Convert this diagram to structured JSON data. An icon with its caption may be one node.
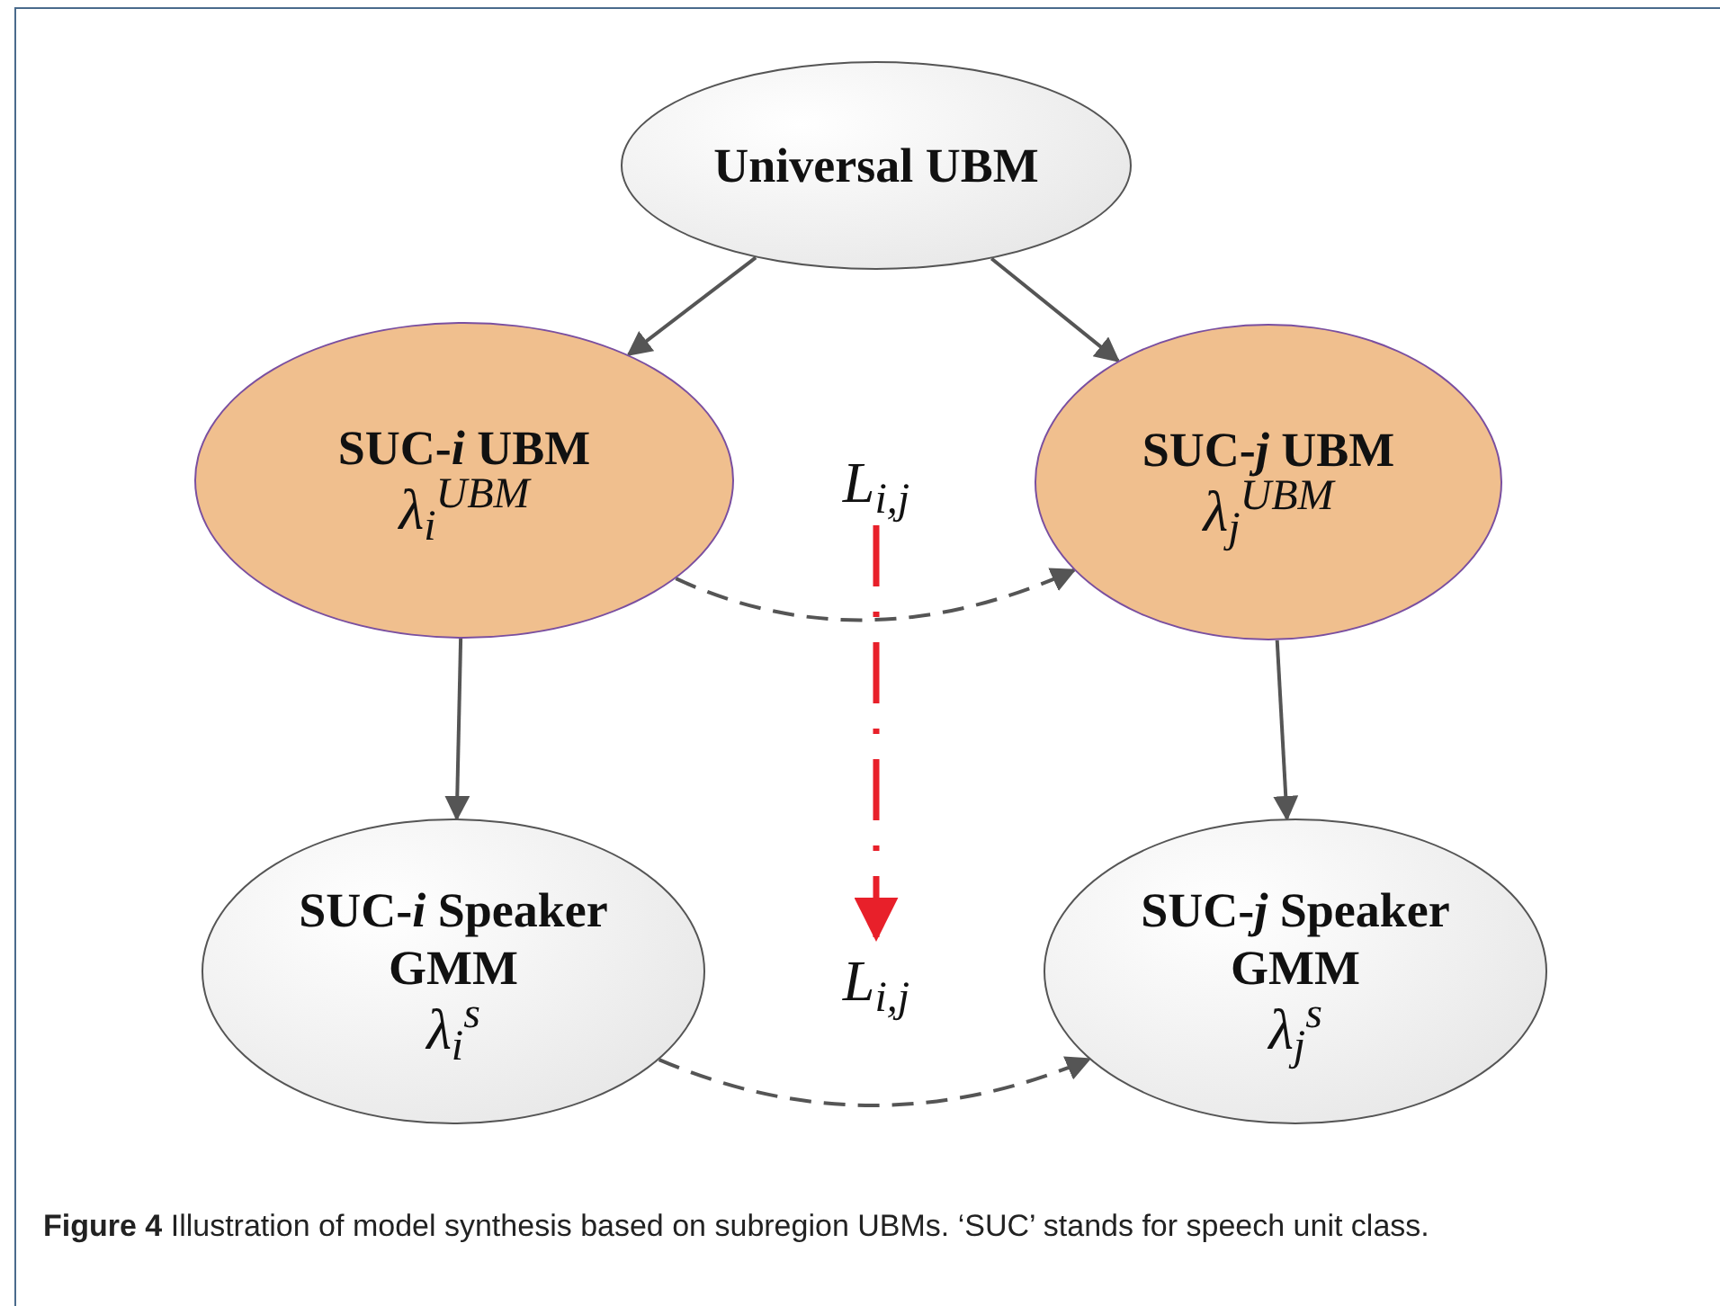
{
  "diagram": {
    "caption": "**Figure 4** Illustration of model synthesis based on subregion UBMs. ‘SUC’ stands for speech unit class.",
    "nodes": [
      {
        "text": [
          "Universal UBM"
        ]
      },
      {
        "text": [
          "SUC-*i* UBM",
          "*λ*$_{i}$$^{UBM}$"
        ]
      },
      {
        "text": [
          "SUC-*j* UBM",
          "*λ*$_{j}$$^{UBM}$"
        ]
      },
      {
        "text": [
          "SUC-*i* Speaker GMM",
          "*λ*$_{i}$$^{s}$"
        ]
      },
      {
        "text": [
          "SUC-*j* Speaker GMM",
          "*λ*$_{j}$$^{s}$"
        ]
      },
      {
        "text": [
          "*L*$_{i,j}$"
        ]
      },
      {
        "text": [
          "*L*$_{i,j}$"
        ]
      }
    ],
    "edges": [
      {
        "from": 0,
        "to": 1,
        "arrow": "to"
      },
      {
        "from": 0,
        "to": 2,
        "arrow": "to"
      },
      {
        "from": 1,
        "to": 3,
        "arrow": "to"
      },
      {
        "from": 2,
        "to": 4,
        "arrow": "to"
      },
      {
        "from": 1,
        "to": 2,
        "arrow": "to",
        "style": "dashed"
      },
      {
        "from": 3,
        "to": 4,
        "arrow": "to",
        "style": "dashed"
      },
      {
        "from": 5,
        "to": 6,
        "arrow": "to",
        "style": "dashed",
        "color": "#e8202a"
      }
    ]
  }
}
